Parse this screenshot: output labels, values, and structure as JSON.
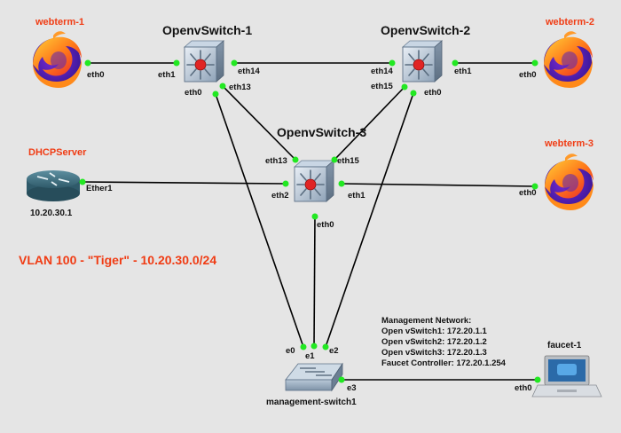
{
  "nodes": {
    "webterm1": "webterm-1",
    "webterm2": "webterm-2",
    "webterm3": "webterm-3",
    "dhcp": "DHCPServer",
    "dhcp_ip": "10.20.30.1",
    "ovs1": "OpenvSwitch-1",
    "ovs2": "OpenvSwitch-2",
    "ovs3": "OpenvSwitch-3",
    "mgmt": "management-switch1",
    "faucet": "faucet-1"
  },
  "ports": {
    "w1_eth0": "eth0",
    "o1_eth1": "eth1",
    "o1_eth14": "eth14",
    "o1_eth0": "eth0",
    "o1_eth13": "eth13",
    "o2_eth14": "eth14",
    "o2_eth1": "eth1",
    "o2_eth15": "eth15",
    "o2_eth0": "eth0",
    "w2_eth0": "eth0",
    "o3_eth13": "eth13",
    "o3_eth15": "eth15",
    "o3_eth2": "eth2",
    "o3_eth1": "eth1",
    "o3_eth0": "eth0",
    "d_ether1": "Ether1",
    "w3_eth0": "eth0",
    "m_e0": "e0",
    "m_e1": "e1",
    "m_e2": "e2",
    "m_e3": "e3",
    "f_eth0": "eth0"
  },
  "vlan_label": "VLAN 100 - \"Tiger\" - 10.20.30.0/24",
  "mgmt_network": {
    "title": "Management Network:",
    "lines": [
      "Open vSwitch1: 172.20.1.1",
      "Open vSwitch2: 172.20.1.2",
      "Open vSwitch3: 172.20.1.3",
      "Faucet Controller: 172.20.1.254"
    ]
  },
  "colors": {
    "background": "#e5e5e5",
    "red_label": "#f03c14",
    "port_dot": "#22e822",
    "link": "#000000"
  }
}
